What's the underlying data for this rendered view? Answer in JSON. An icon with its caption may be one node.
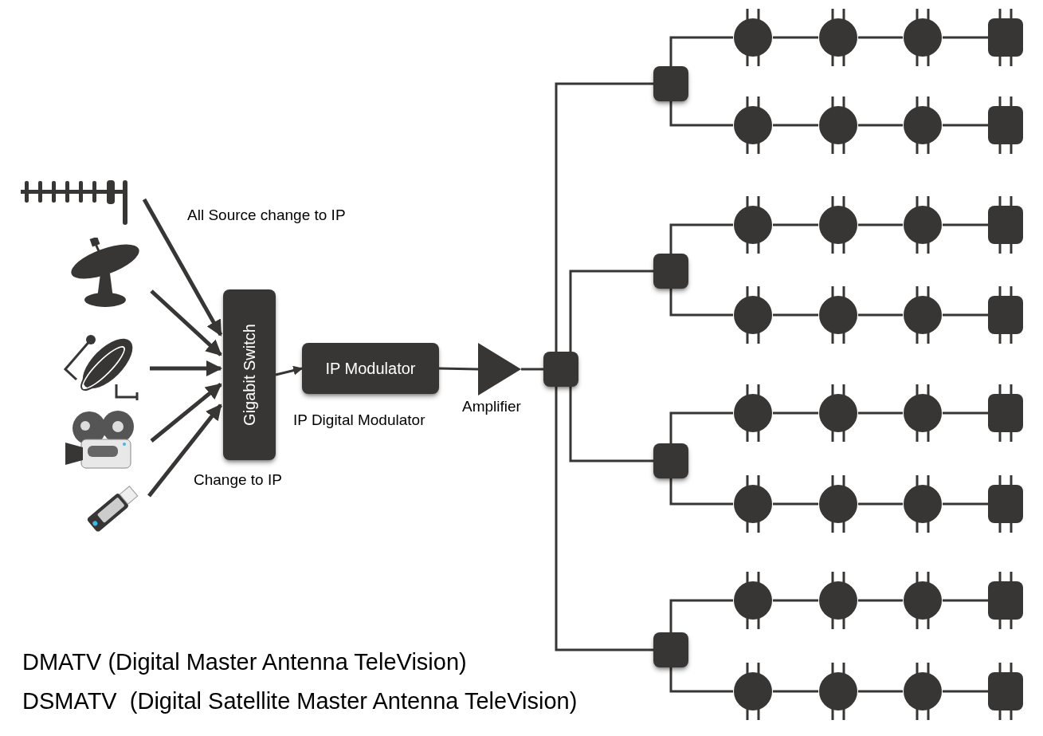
{
  "diagram": {
    "nodes": [
      {
        "text": [],
        "shape": "picture"
      },
      {
        "text": [],
        "shape": "picture"
      },
      {
        "text": [],
        "shape": "picture"
      },
      {
        "text": [],
        "shape": "picture"
      },
      {
        "text": [],
        "shape": "picture"
      },
      {
        "text": [
          "Gigabit Switch"
        ],
        "beside": [
          "Change to IP"
        ]
      },
      {
        "text": [
          "IP Modulator"
        ],
        "beside": [
          "IP Digital Modulator"
        ]
      },
      {
        "text": [],
        "shape": "triangle",
        "beside": [
          "Amplifier"
        ]
      },
      {
        "text": [],
        "shape": "box"
      },
      {
        "text": [],
        "shape": "box"
      },
      {
        "text": [],
        "shape": "box"
      },
      {
        "text": [],
        "shape": "box"
      },
      {
        "text": [],
        "shape": "box"
      },
      {
        "text": [],
        "shape": "circle"
      },
      {
        "text": [],
        "shape": "circle"
      },
      {
        "text": [],
        "shape": "circle"
      },
      {
        "text": [],
        "shape": "box"
      },
      {
        "text": [],
        "shape": "circle"
      },
      {
        "text": [],
        "shape": "circle"
      },
      {
        "text": [],
        "shape": "circle"
      },
      {
        "text": [],
        "shape": "box"
      },
      {
        "text": [],
        "shape": "circle"
      },
      {
        "text": [],
        "shape": "circle"
      },
      {
        "text": [],
        "shape": "circle"
      },
      {
        "text": [],
        "shape": "box"
      },
      {
        "text": [],
        "shape": "circle"
      },
      {
        "text": [],
        "shape": "circle"
      },
      {
        "text": [],
        "shape": "circle"
      },
      {
        "text": [],
        "shape": "box"
      },
      {
        "text": [],
        "shape": "circle"
      },
      {
        "text": [],
        "shape": "circle"
      },
      {
        "text": [],
        "shape": "circle"
      },
      {
        "text": [],
        "shape": "box"
      },
      {
        "text": [],
        "shape": "circle"
      },
      {
        "text": [],
        "shape": "circle"
      },
      {
        "text": [],
        "shape": "circle"
      },
      {
        "text": [],
        "shape": "box"
      },
      {
        "text": [],
        "shape": "circle"
      },
      {
        "text": [],
        "shape": "circle"
      },
      {
        "text": [],
        "shape": "circle"
      },
      {
        "text": [],
        "shape": "box"
      },
      {
        "text": [],
        "shape": "circle"
      },
      {
        "text": [],
        "shape": "circle"
      },
      {
        "text": [],
        "shape": "circle"
      },
      {
        "text": [],
        "shape": "box"
      }
    ],
    "edges": [
      {
        "from": 0,
        "to": 5,
        "arrow": "to"
      },
      {
        "from": 1,
        "to": 5,
        "arrow": "to"
      },
      {
        "from": 2,
        "to": 5,
        "arrow": "to"
      },
      {
        "from": 3,
        "to": 5,
        "arrow": "to"
      },
      {
        "from": 4,
        "to": 5,
        "arrow": "to"
      },
      {
        "from": 5,
        "to": 6,
        "arrow": "to"
      },
      {
        "from": 6,
        "to": 7,
        "arrow": "none"
      },
      {
        "from": 7,
        "to": 8,
        "arrow": "none"
      },
      {
        "from": 8,
        "to": 9,
        "arrow": "none"
      },
      {
        "from": 8,
        "to": 10,
        "arrow": "none"
      },
      {
        "from": 8,
        "to": 11,
        "arrow": "none"
      },
      {
        "from": 8,
        "to": 12,
        "arrow": "none"
      },
      {
        "from": 9,
        "to": 13,
        "arrow": "none"
      },
      {
        "from": 13,
        "to": 14,
        "arrow": "none"
      },
      {
        "from": 14,
        "to": 15,
        "arrow": "none"
      },
      {
        "from": 15,
        "to": 16,
        "arrow": "none"
      },
      {
        "from": 9,
        "to": 17,
        "arrow": "none"
      },
      {
        "from": 17,
        "to": 18,
        "arrow": "none"
      },
      {
        "from": 18,
        "to": 19,
        "arrow": "none"
      },
      {
        "from": 19,
        "to": 20,
        "arrow": "none"
      },
      {
        "from": 10,
        "to": 21,
        "arrow": "none"
      },
      {
        "from": 21,
        "to": 22,
        "arrow": "none"
      },
      {
        "from": 22,
        "to": 23,
        "arrow": "none"
      },
      {
        "from": 23,
        "to": 24,
        "arrow": "none"
      },
      {
        "from": 10,
        "to": 25,
        "arrow": "none"
      },
      {
        "from": 25,
        "to": 26,
        "arrow": "none"
      },
      {
        "from": 26,
        "to": 27,
        "arrow": "none"
      },
      {
        "from": 27,
        "to": 28,
        "arrow": "none"
      },
      {
        "from": 11,
        "to": 29,
        "arrow": "none"
      },
      {
        "from": 29,
        "to": 30,
        "arrow": "none"
      },
      {
        "from": 30,
        "to": 31,
        "arrow": "none"
      },
      {
        "from": 31,
        "to": 32,
        "arrow": "none"
      },
      {
        "from": 11,
        "to": 33,
        "arrow": "none"
      },
      {
        "from": 33,
        "to": 34,
        "arrow": "none"
      },
      {
        "from": 34,
        "to": 35,
        "arrow": "none"
      },
      {
        "from": 35,
        "to": 36,
        "arrow": "none"
      },
      {
        "from": 12,
        "to": 37,
        "arrow": "none"
      },
      {
        "from": 37,
        "to": 38,
        "arrow": "none"
      },
      {
        "from": 38,
        "to": 39,
        "arrow": "none"
      },
      {
        "from": 39,
        "to": 40,
        "arrow": "none"
      },
      {
        "from": 12,
        "to": 41,
        "arrow": "none"
      },
      {
        "from": 41,
        "to": 42,
        "arrow": "none"
      },
      {
        "from": 42,
        "to": 43,
        "arrow": "none"
      },
      {
        "from": 43,
        "to": 44,
        "arrow": "none"
      }
    ],
    "labels": [
      "All Source change to IP",
      "DMATV (Digital Master Antenna TeleVision)",
      "DSMATV  (Digital Satellite Master Antenna TeleVision)"
    ]
  }
}
